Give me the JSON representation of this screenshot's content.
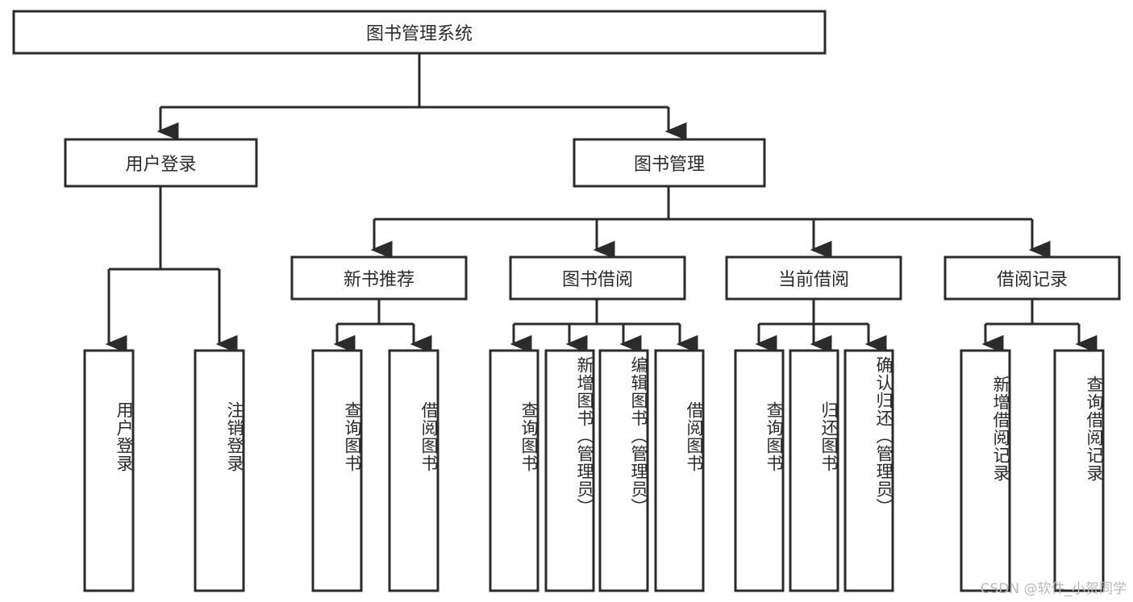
{
  "diagram": {
    "type": "tree-hierarchy-chart",
    "title_node": {
      "id": "root",
      "label": "图书管理系统"
    },
    "levels": [
      {
        "level": 1,
        "nodes": [
          {
            "id": "n-login",
            "label": "用户登录",
            "orientation": "horizontal"
          },
          {
            "id": "n-bookmgmt",
            "label": "图书管理",
            "orientation": "horizontal"
          }
        ]
      },
      {
        "level": 2,
        "nodes": [
          {
            "id": "n-newbook",
            "label": "新书推荐",
            "orientation": "horizontal",
            "parent": "n-bookmgmt"
          },
          {
            "id": "n-borrow",
            "label": "图书借阅",
            "orientation": "horizontal",
            "parent": "n-bookmgmt"
          },
          {
            "id": "n-current",
            "label": "当前借阅",
            "orientation": "horizontal",
            "parent": "n-bookmgmt"
          },
          {
            "id": "n-record",
            "label": "借阅记录",
            "orientation": "horizontal",
            "parent": "n-bookmgmt"
          }
        ]
      },
      {
        "level": 3,
        "nodes": [
          {
            "id": "l-user-login",
            "label": "用户登录",
            "orientation": "vertical",
            "parent": "n-login"
          },
          {
            "id": "l-user-logout",
            "label": "注销登录",
            "orientation": "vertical",
            "parent": "n-login"
          },
          {
            "id": "l-nb-query",
            "label": "查询图书",
            "orientation": "vertical",
            "parent": "n-newbook"
          },
          {
            "id": "l-nb-borrow",
            "label": "借阅图书",
            "orientation": "vertical",
            "parent": "n-newbook"
          },
          {
            "id": "l-bw-query",
            "label": "查询图书",
            "orientation": "vertical",
            "parent": "n-borrow"
          },
          {
            "id": "l-bw-add",
            "label": "新增图书（管理员）",
            "orientation": "vertical",
            "parent": "n-borrow"
          },
          {
            "id": "l-bw-edit",
            "label": "编辑图书（管理员）",
            "orientation": "vertical",
            "parent": "n-borrow"
          },
          {
            "id": "l-bw-borrow",
            "label": "借阅图书",
            "orientation": "vertical",
            "parent": "n-borrow"
          },
          {
            "id": "l-cur-query",
            "label": "查询图书",
            "orientation": "vertical",
            "parent": "n-current"
          },
          {
            "id": "l-cur-return",
            "label": "归还图书",
            "orientation": "vertical",
            "parent": "n-current"
          },
          {
            "id": "l-cur-confirm",
            "label": "确认归还（管理员）",
            "orientation": "vertical",
            "parent": "n-current"
          },
          {
            "id": "l-rec-add",
            "label": "新增借阅记录",
            "orientation": "vertical",
            "parent": "n-record"
          },
          {
            "id": "l-rec-query",
            "label": "查询借阅记录",
            "orientation": "vertical",
            "parent": "n-record"
          }
        ]
      }
    ],
    "colors": {
      "box_stroke": "#2b2b2b",
      "box_fill": "#ffffff",
      "connector": "#2b2b2b",
      "text": "#2b2b2b",
      "background": "#ffffff",
      "watermark": "#b9b9b9"
    }
  },
  "watermark": {
    "text": "CSDN @软件_小贺同学"
  }
}
